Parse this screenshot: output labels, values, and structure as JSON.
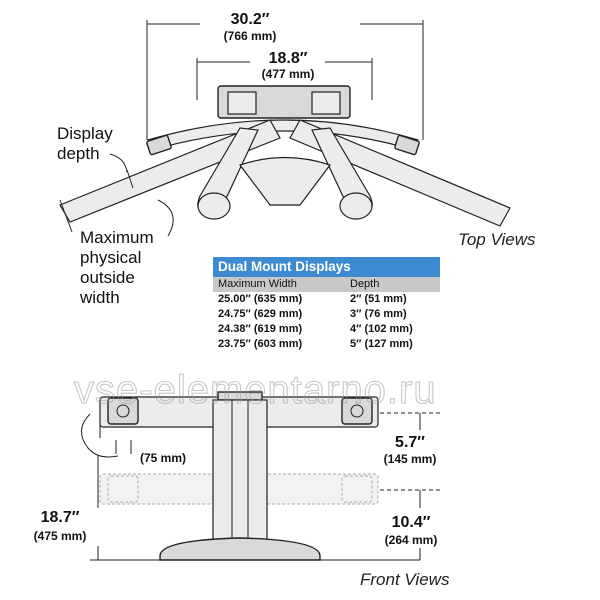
{
  "dimensions": {
    "outer_width": {
      "main": "30.2″",
      "sub": "(766 mm)"
    },
    "inner_width": {
      "main": "18.8″",
      "sub": "(477 mm)"
    },
    "vesa_spacing": {
      "sub": "(75 mm)"
    },
    "upper_height": {
      "main": "5.7″",
      "sub": "(145 mm)"
    },
    "total_height": {
      "main": "18.7″",
      "sub": "(475 mm)"
    },
    "lower_height": {
      "main": "10.4″",
      "sub": "(264 mm)"
    }
  },
  "callouts": {
    "display_depth": [
      "Display",
      "depth"
    ],
    "max_width": [
      "Maximum",
      "physical",
      "outside",
      "width"
    ]
  },
  "labels": {
    "top_views": "Top Views",
    "front_views": "Front Views",
    "watermark": "vse-elementarno.ru"
  },
  "table": {
    "title": "Dual Mount Displays",
    "headers": [
      "Maximum Width",
      "Depth"
    ],
    "rows": [
      [
        "25.00″ (635 mm)",
        "2″ (51 mm)"
      ],
      [
        "24.75″ (629 mm)",
        "3″ (76 mm)"
      ],
      [
        "24.38″ (619 mm)",
        "4″ (102 mm)"
      ],
      [
        "23.75″ (603 mm)",
        "5″ (127 mm)"
      ]
    ]
  }
}
